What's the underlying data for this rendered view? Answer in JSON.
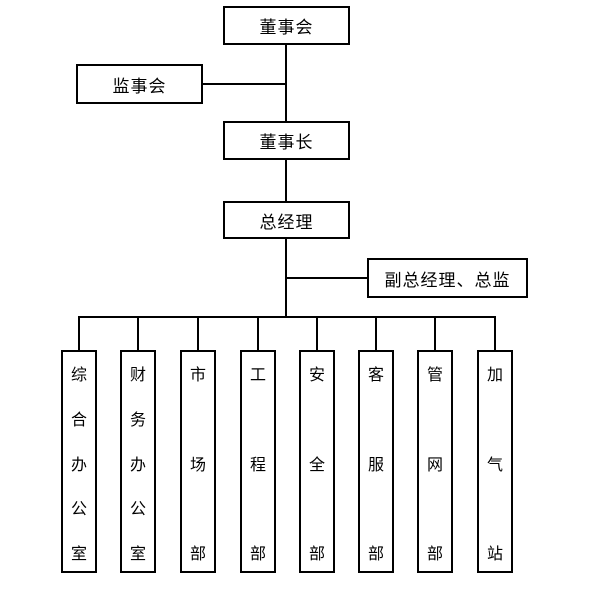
{
  "org_chart": {
    "nodes": {
      "board": {
        "label": "董事会"
      },
      "supervisory": {
        "label": "监事会"
      },
      "chairman": {
        "label": "董事长"
      },
      "general_manager": {
        "label": "总经理"
      },
      "deputy_gm_director": {
        "label": "副总经理、总监"
      }
    },
    "departments": [
      "综合办公室",
      "财务办公室",
      "市场部",
      "工程部",
      "安全部",
      "客服部",
      "管网部",
      "加气站"
    ],
    "hierarchy": {
      "root": "董事会",
      "edges": [
        [
          "董事会",
          "董事长"
        ],
        [
          "监事会",
          "董事会-董事长连线"
        ],
        [
          "董事长",
          "总经理"
        ],
        [
          "总经理",
          "副总经理、总监"
        ],
        [
          "总经理",
          "综合办公室"
        ],
        [
          "总经理",
          "财务办公室"
        ],
        [
          "总经理",
          "市场部"
        ],
        [
          "总经理",
          "工程部"
        ],
        [
          "总经理",
          "安全部"
        ],
        [
          "总经理",
          "客服部"
        ],
        [
          "总经理",
          "管网部"
        ],
        [
          "总经理",
          "加气站"
        ]
      ]
    },
    "colors": {
      "line": "#000000",
      "box_border": "#000000",
      "box_background": "#ffffff",
      "text": "#000000",
      "page_background": "#ffffff"
    }
  }
}
